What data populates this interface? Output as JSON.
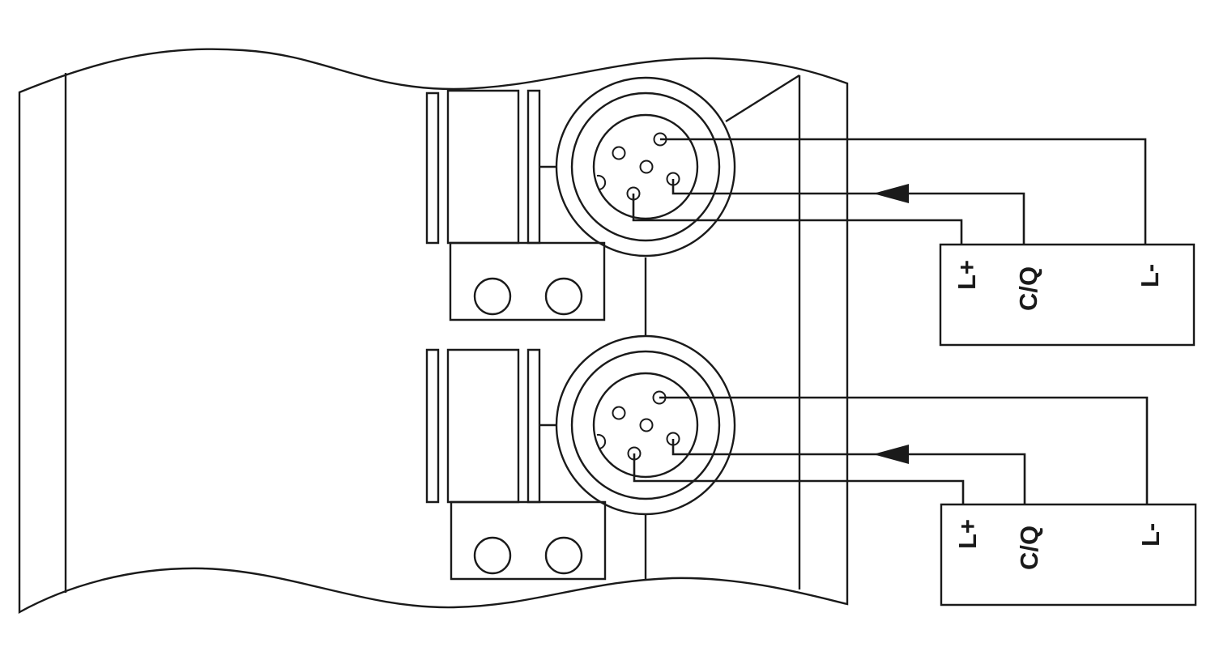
{
  "diagram": {
    "colors": {
      "line": "#1a1a1a",
      "background": "#ffffff"
    },
    "modules": [
      {
        "labels": {
          "l_plus": "L+",
          "cq": "C/Q",
          "l_minus": "L-"
        }
      },
      {
        "labels": {
          "l_plus": "L+",
          "cq": "C/Q",
          "l_minus": "L-"
        }
      }
    ]
  }
}
